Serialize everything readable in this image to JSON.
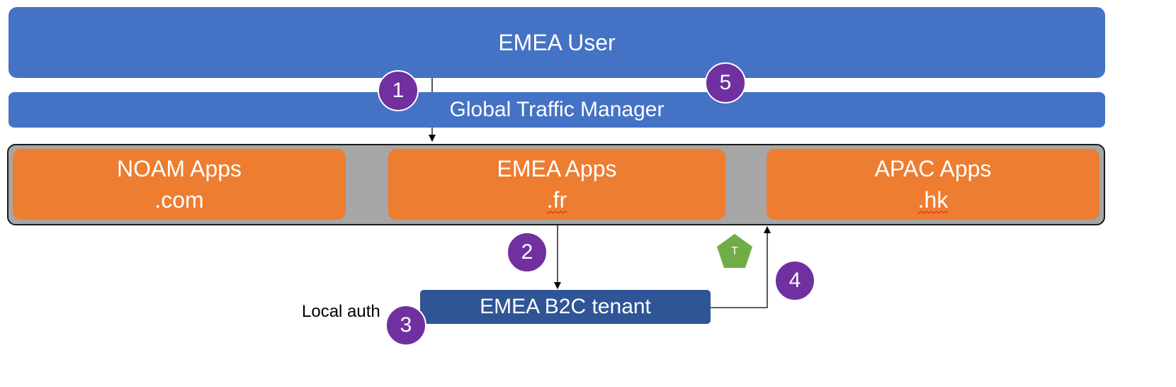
{
  "emea_user": {
    "label": "EMEA User"
  },
  "global_traffic_manager": {
    "label": "Global Traffic Manager"
  },
  "regions": [
    {
      "name": "NOAM Apps",
      "domain": ".com"
    },
    {
      "name": "EMEA Apps",
      "domain": ".fr"
    },
    {
      "name": "APAC Apps",
      "domain": ".hk"
    }
  ],
  "b2c_tenant": {
    "label": "EMEA B2C tenant"
  },
  "local_auth": {
    "label": "Local auth"
  },
  "steps": [
    "1",
    "2",
    "3",
    "4",
    "5"
  ],
  "token": {
    "label": "T"
  },
  "colors": {
    "user_bar": "#4472c4",
    "apps": "#ed7d31",
    "region_container": "#a6a6a6",
    "tenant": "#2f5597",
    "step_badge": "#7030a0",
    "token": "#70ad47"
  }
}
